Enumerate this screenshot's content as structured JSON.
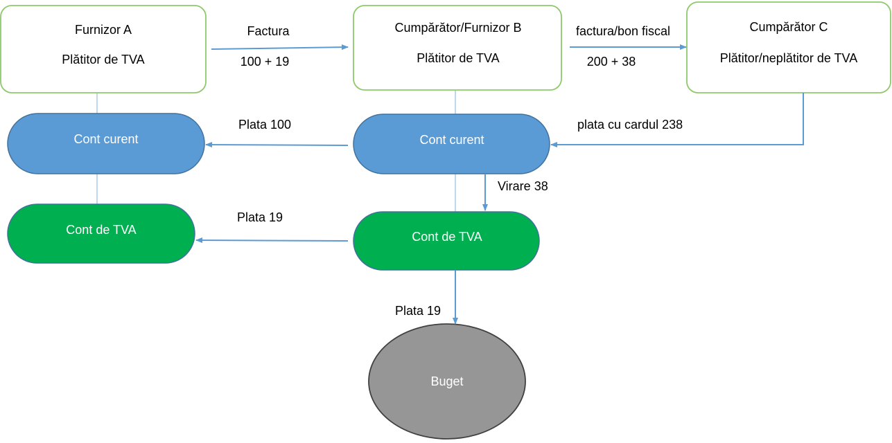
{
  "colors": {
    "box_border": "#8dc96b",
    "box_fill": "#ffffff",
    "blue_fill": "#5b9bd5",
    "blue_border": "#41719c",
    "green_fill": "#00b050",
    "green_border": "#41719c",
    "grey_fill": "#969696",
    "grey_border": "#404040",
    "arrow": "#5b9bd5",
    "connector": "#a9c8e8"
  },
  "nodes": {
    "furnizor_a": {
      "line1": "Furnizor A",
      "line2": "Plătitor de TVA"
    },
    "furnizor_b": {
      "line1": "Cumpărător/Furnizor B",
      "line2": "Plătitor de TVA"
    },
    "cumparator_c": {
      "line1": "Cumpărător C",
      "line2": "Plătitor/neplătitor de TVA"
    },
    "cont_curent_a": {
      "label": "Cont curent"
    },
    "cont_curent_b": {
      "label": "Cont curent"
    },
    "cont_tva_a": {
      "label": "Cont de TVA"
    },
    "cont_tva_b": {
      "label": "Cont de TVA"
    },
    "buget": {
      "label": "Buget"
    }
  },
  "edges": {
    "factura_ab": {
      "label1": "Factura",
      "label2": "100 + 19"
    },
    "factura_bc": {
      "label1": "factura/bon fiscal",
      "label2": "200 + 38"
    },
    "plata_card": {
      "label": "plata cu cardul 238"
    },
    "plata_100": {
      "label": "Plata 100"
    },
    "virare": {
      "label": "Virare 38"
    },
    "plata_19_a": {
      "label": "Plata 19"
    },
    "plata_19_buget": {
      "label": "Plata 19"
    }
  }
}
